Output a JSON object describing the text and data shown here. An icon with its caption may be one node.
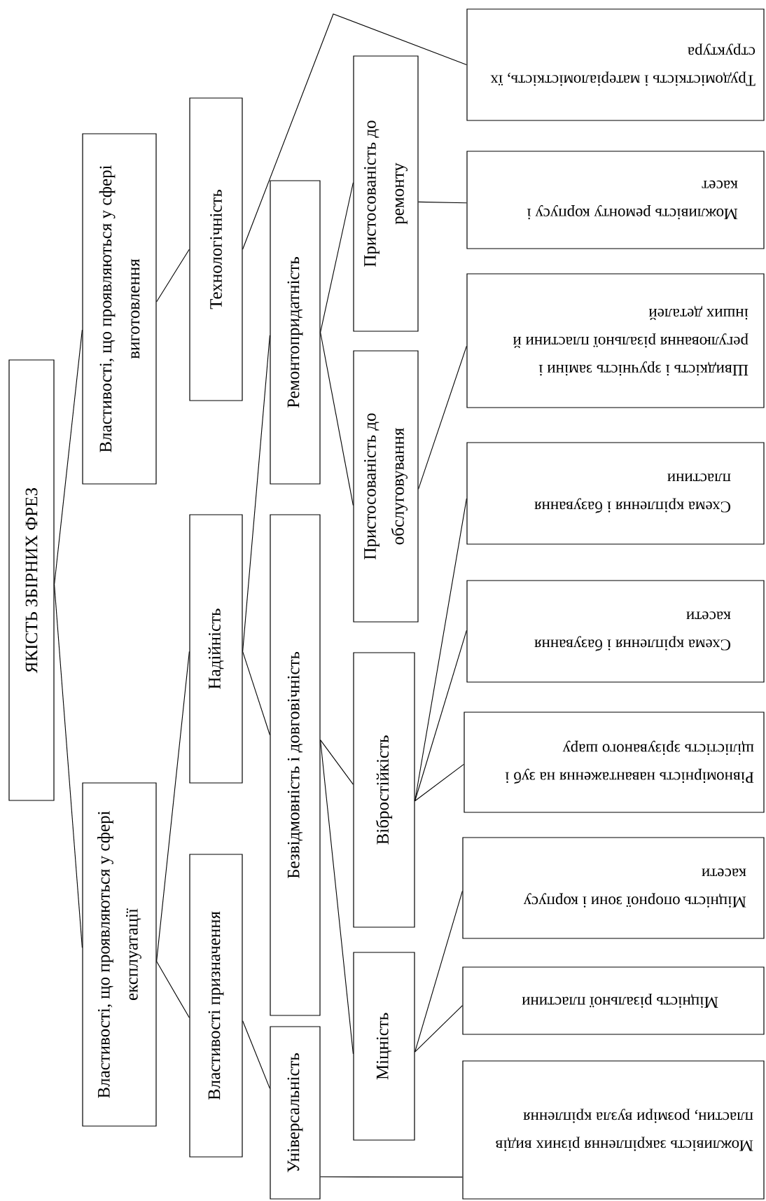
{
  "diagram": {
    "nodes": [
      {
        "text": [
          "ЯКІСТЬ ЗБІРНИХ ФРЕЗ"
        ]
      },
      {
        "text": [
          "Властивості, що проявляються у сфері виготовлення"
        ]
      },
      {
        "text": [
          "Властивості, що проявляються у сфері експлуатації"
        ]
      },
      {
        "text": [
          "Технологічність"
        ]
      },
      {
        "text": [
          "Надійність"
        ]
      },
      {
        "text": [
          "Властивості призначення"
        ]
      },
      {
        "text": [
          "Ремонтопридатність"
        ]
      },
      {
        "text": [
          "Безвідмовність і довговічність"
        ]
      },
      {
        "text": [
          "Універсальність"
        ]
      },
      {
        "text": [
          "Пристосованість до ремонту"
        ]
      },
      {
        "text": [
          "Пристосованість до обслуговування"
        ]
      },
      {
        "text": [
          "Вібростійкість"
        ]
      },
      {
        "text": [
          "Міцність"
        ]
      },
      {
        "text": [
          "Трудомісткість і матеріаломісткість, їх структура"
        ]
      },
      {
        "text": [
          "Можливість ремонту корпусу і касет"
        ]
      },
      {
        "text": [
          "Швидкість і зручність заміни і регулювання різальної пластини й інших деталей"
        ]
      },
      {
        "text": [
          "Схема кріплення і базування пластини"
        ]
      },
      {
        "text": [
          "Схема кріплення і базування касети"
        ]
      },
      {
        "text": [
          "Рівномірність навантаження на зуб і щілістість зрізуваного шару"
        ]
      },
      {
        "text": [
          "Міцність опорної зони і корпусу касети"
        ]
      },
      {
        "text": [
          "Міцність різальної пластини"
        ]
      },
      {
        "text": [
          "Можливість закріплення різних видів пластин, розміри вузла кріплення"
        ]
      }
    ],
    "edges": [
      {
        "from": 0,
        "to": 1,
        "arrow": "none"
      },
      {
        "from": 0,
        "to": 2,
        "arrow": "none"
      },
      {
        "from": 1,
        "to": 3,
        "arrow": "none"
      },
      {
        "from": 2,
        "to": 4,
        "arrow": "none"
      },
      {
        "from": 2,
        "to": 5,
        "arrow": "none"
      },
      {
        "from": 3,
        "to": 13,
        "arrow": "none"
      },
      {
        "from": 4,
        "to": 6,
        "arrow": "none"
      },
      {
        "from": 4,
        "to": 7,
        "arrow": "none"
      },
      {
        "from": 5,
        "to": 8,
        "arrow": "none"
      },
      {
        "from": 6,
        "to": 9,
        "arrow": "none"
      },
      {
        "from": 6,
        "to": 10,
        "arrow": "none"
      },
      {
        "from": 7,
        "to": 11,
        "arrow": "none"
      },
      {
        "from": 7,
        "to": 12,
        "arrow": "none"
      },
      {
        "from": 8,
        "to": 21,
        "arrow": "none"
      },
      {
        "from": 9,
        "to": 14,
        "arrow": "none"
      },
      {
        "from": 10,
        "to": 15,
        "arrow": "none"
      },
      {
        "from": 11,
        "to": 16,
        "arrow": "none"
      },
      {
        "from": 11,
        "to": 17,
        "arrow": "none"
      },
      {
        "from": 11,
        "to": 18,
        "arrow": "none"
      },
      {
        "from": 12,
        "to": 19,
        "arrow": "none"
      },
      {
        "from": 12,
        "to": 20,
        "arrow": "none"
      }
    ]
  }
}
